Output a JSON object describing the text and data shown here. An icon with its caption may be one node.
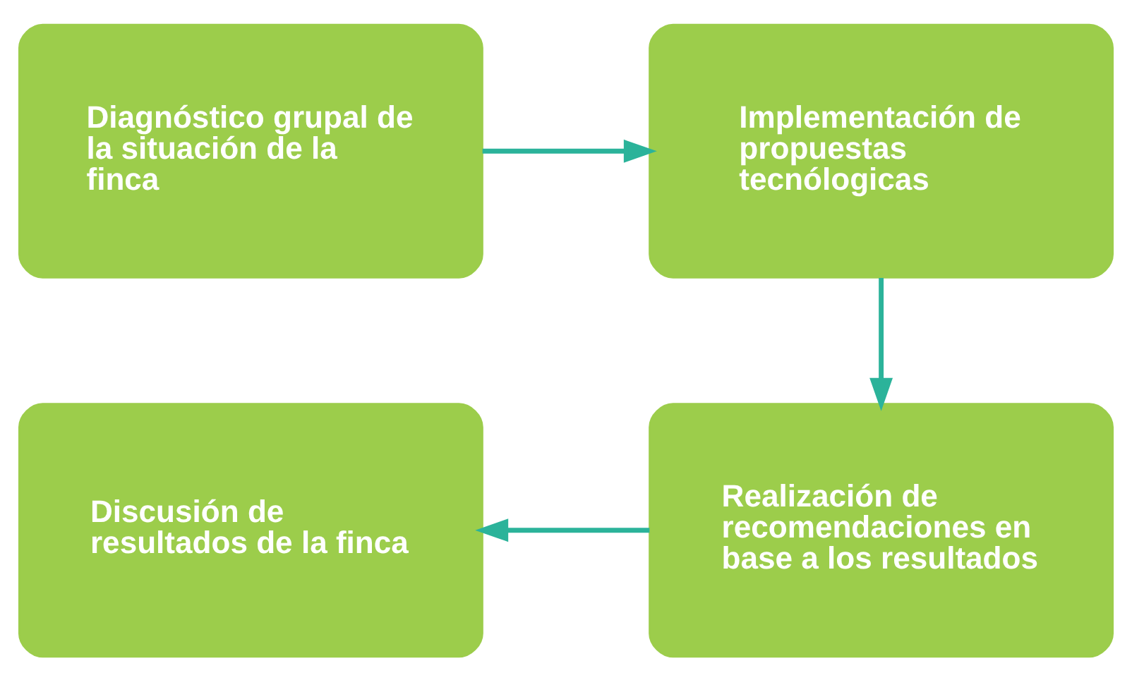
{
  "diagram": {
    "nodes": [
      {
        "text": [
          "Diagnóstico grupal de la situación de la finca"
        ]
      },
      {
        "text": [
          "Implementación de propuestas tecnólogicas"
        ]
      },
      {
        "text": [
          "Realización de recomendaciones en base a los resultados"
        ]
      },
      {
        "text": [
          "Discusión de resultados de la finca"
        ]
      }
    ],
    "edges": [
      {
        "from": 0,
        "to": 1,
        "arrow": "to"
      },
      {
        "from": 1,
        "to": 2,
        "arrow": "to"
      },
      {
        "from": 2,
        "to": 3,
        "arrow": "to"
      }
    ]
  }
}
